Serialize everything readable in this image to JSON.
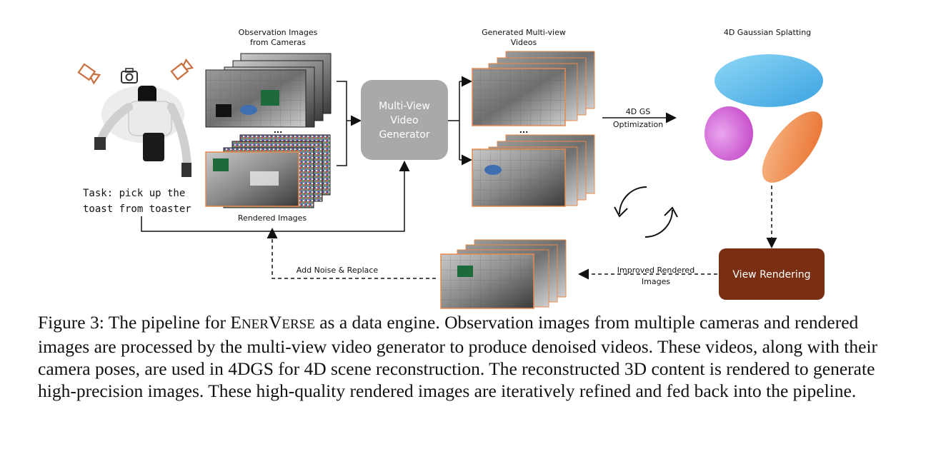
{
  "diagram": {
    "observation_title_1": "Observation Images",
    "observation_title_2": "from Cameras",
    "rendered_label": "Rendered Images",
    "task_line_1": "Task: pick up the",
    "task_line_2": "toast from toaster",
    "generator_line_1": "Multi-View",
    "generator_line_2": "Video",
    "generator_line_3": "Generator",
    "generated_title_1": "Generated Multi-view",
    "generated_title_2": "Videos",
    "gs_title": "4D Gaussian Splatting",
    "gs_opt_1": "4D GS",
    "gs_opt_2": "Optimization",
    "view_rendering": "View Rendering",
    "improved_1": "Improved Rendered",
    "improved_2": "Images",
    "add_noise": "Add Noise & Replace",
    "ellipsis": "...",
    "colors": {
      "generator_box": "#a9a9a9",
      "view_rendering_box": "#7a2e12",
      "frame_orange": "#e8894e",
      "blue_gaussian": "#5ab8ea",
      "pink_gaussian": "#d86ad8",
      "orange_gaussian": "#f08a4a",
      "camera_icon": "#c8703f"
    }
  },
  "caption": {
    "label": "Figure 3:",
    "text_1": "The pipeline for",
    "name_e": "E",
    "name_ner": "NER",
    "name_v": "V",
    "name_erse": "ERSE",
    "text_2": "as a data engine. Observation images from multiple cameras and rendered images are processed by the multi-view video generator to produce denoised videos. These videos, along with their camera poses, are used in 4DGS for 4D scene reconstruction. The reconstructed 3D content is rendered to generate high-precision images. These high-quality rendered images are iteratively refined and fed back into the pipeline."
  }
}
